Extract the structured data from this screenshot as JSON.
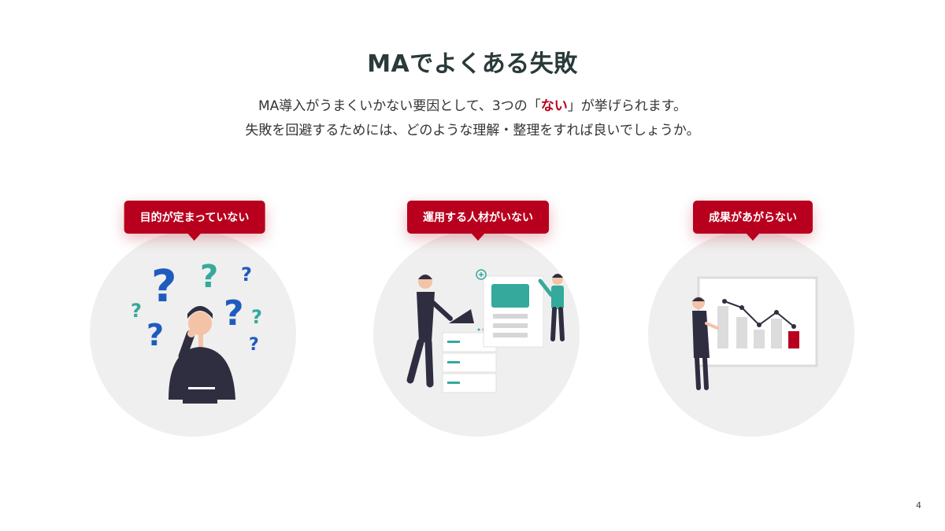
{
  "slide": {
    "title": "MAでよくある失敗",
    "lead_line1_before": "MA導入がうまくいかない要因として、3つの「",
    "lead_line1_highlight": "ない",
    "lead_line1_after": "」が挙げられます。",
    "lead_line2": "失敗を回避するためには、どのような理解・整理をすれば良いでしょうか。",
    "page_number": "4"
  },
  "cards": [
    {
      "label": "目的が定まっていない",
      "illustration": "confused-person-question-marks-icon"
    },
    {
      "label": "運用する人材がいない",
      "illustration": "people-operating-server-icon"
    },
    {
      "label": "成果があがらない",
      "illustration": "declining-chart-presenter-icon"
    }
  ],
  "colors": {
    "accent": "#b8001e",
    "teal": "#35a99b",
    "blue": "#1f5bbf",
    "dark": "#2f2e41"
  }
}
